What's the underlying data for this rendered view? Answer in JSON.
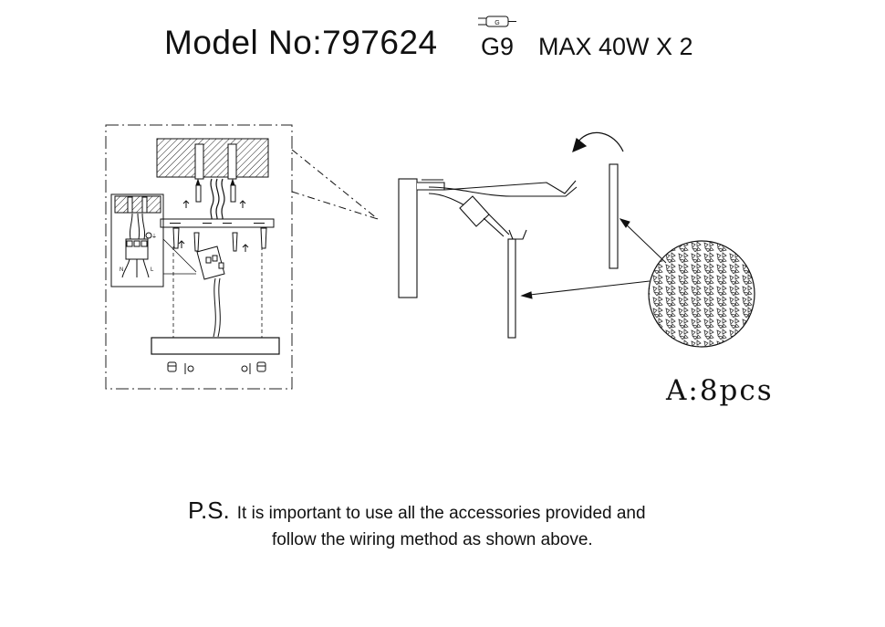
{
  "header": {
    "model_label": "Model No:797624",
    "bulb_icon": "g9-bulb-icon",
    "bulb_type": "G9",
    "max_power": "MAX 40W X 2"
  },
  "diagram": {
    "wiring_labels": {
      "neutral": "N",
      "live": "L",
      "earth": "⏚"
    }
  },
  "crystal": {
    "quantity_label": "A:8pcs"
  },
  "note": {
    "prefix": "P.S.",
    "line1": "It is important to use all the accessories provided and",
    "line2": "follow the wiring method as shown above."
  }
}
